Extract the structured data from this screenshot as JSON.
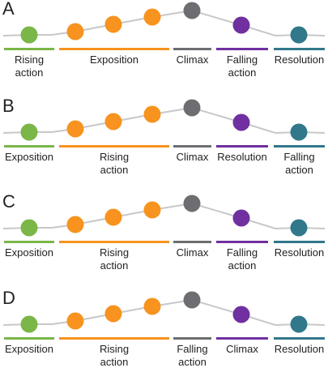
{
  "colors": {
    "line": "#c8c8c8",
    "green": "#7ab648",
    "orange": "#f7931e",
    "gray": "#6d6e71",
    "purple": "#7030a0",
    "teal": "#31788a"
  },
  "panels": [
    {
      "letter": "A",
      "labels": [
        "Rising\naction",
        "Exposition",
        "Climax",
        "Falling\naction",
        "Resolution"
      ]
    },
    {
      "letter": "B",
      "labels": [
        "Exposition",
        "Rising\naction",
        "Climax",
        "Resolution",
        "Falling\naction"
      ]
    },
    {
      "letter": "C",
      "labels": [
        "Exposition",
        "Rising\naction",
        "Climax",
        "Falling\naction",
        "Resolution"
      ]
    },
    {
      "letter": "D",
      "labels": [
        "Exposition",
        "Rising\naction",
        "Falling\naction",
        "Climax",
        "Resolution"
      ]
    }
  ]
}
